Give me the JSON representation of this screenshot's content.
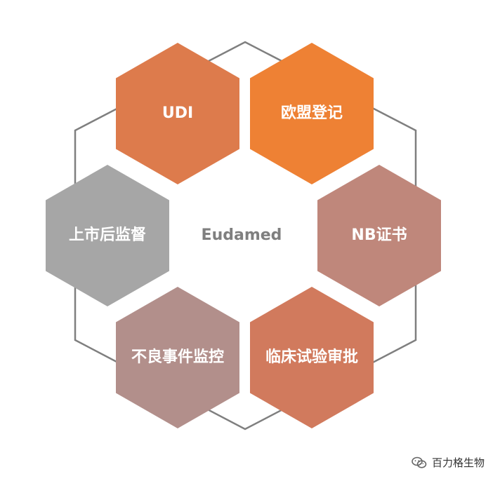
{
  "center": {
    "label": "Eudamed"
  },
  "hexagons": [
    {
      "key": "udi",
      "label": "UDI",
      "color": "#dd7b4c"
    },
    {
      "key": "eu-registration",
      "label": "欧盟登记",
      "color": "#ee8134"
    },
    {
      "key": "nb-certificate",
      "label": "NB证书",
      "color": "#bf877b"
    },
    {
      "key": "clinical-trial-approval",
      "label": "临床试验审批",
      "color": "#d17a5d"
    },
    {
      "key": "adverse-event-monitoring",
      "label": "不良事件监控",
      "color": "#b28f8b"
    },
    {
      "key": "post-market-surveillance",
      "label": "上市后监督",
      "color": "#a6a6a6"
    }
  ],
  "outline": {
    "color": "#7f7f7f"
  },
  "watermark": {
    "text": "百力格生物",
    "icon": "wechat-icon"
  }
}
